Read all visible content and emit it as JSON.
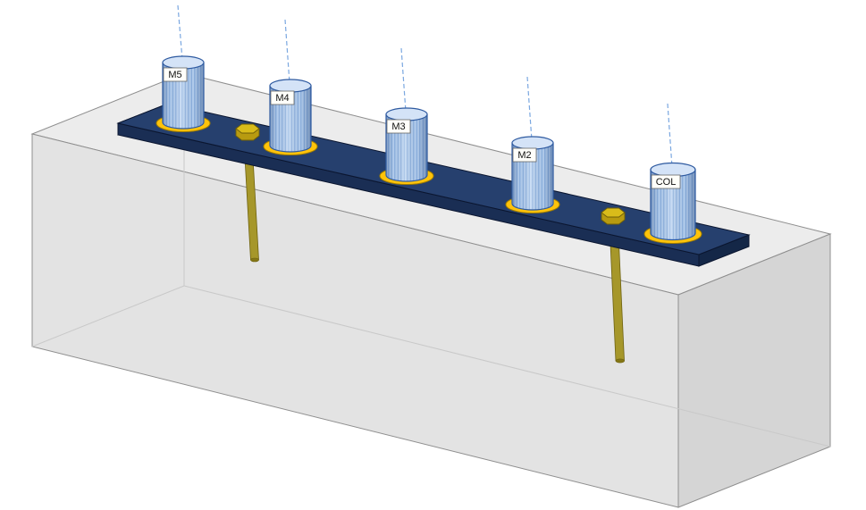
{
  "scene": {
    "description": "3D CAD view of concrete block with anchored steel base plate and five circular members",
    "members": [
      {
        "label": "M5"
      },
      {
        "label": "M4"
      },
      {
        "label": "M3"
      },
      {
        "label": "M2"
      },
      {
        "label": "COL"
      }
    ],
    "anchors": {
      "count": 2
    },
    "colors": {
      "background": "#ffffff",
      "concrete_top": "#ececec",
      "concrete_front": "#e3e3e3",
      "concrete_side": "#d5d5d5",
      "concrete_edge": "#8f8f8f",
      "concrete_hidden_edge": "#c9c9c9",
      "plate_top": "#26406e",
      "plate_front": "#1a2e54",
      "plate_end_left": "#213a66",
      "plate_end_right": "#142747",
      "plate_edge": "#0b1630",
      "ring": "#ffc30a",
      "ring_edge": "#a07d00",
      "anchor_rod": "#a6972a",
      "anchor_rod_edge": "#6e6210",
      "anchor_nut_body": "#b89b10",
      "anchor_nut_top": "#d9bc1a",
      "member_fill": "#b9d3f2",
      "member_outline": "#2e5aa0",
      "member_top": "#d4e3f7",
      "centerline": "#7aa7e0",
      "label_bg": "#fffffa",
      "label_border": "#666666",
      "label_text": "#111111"
    }
  }
}
